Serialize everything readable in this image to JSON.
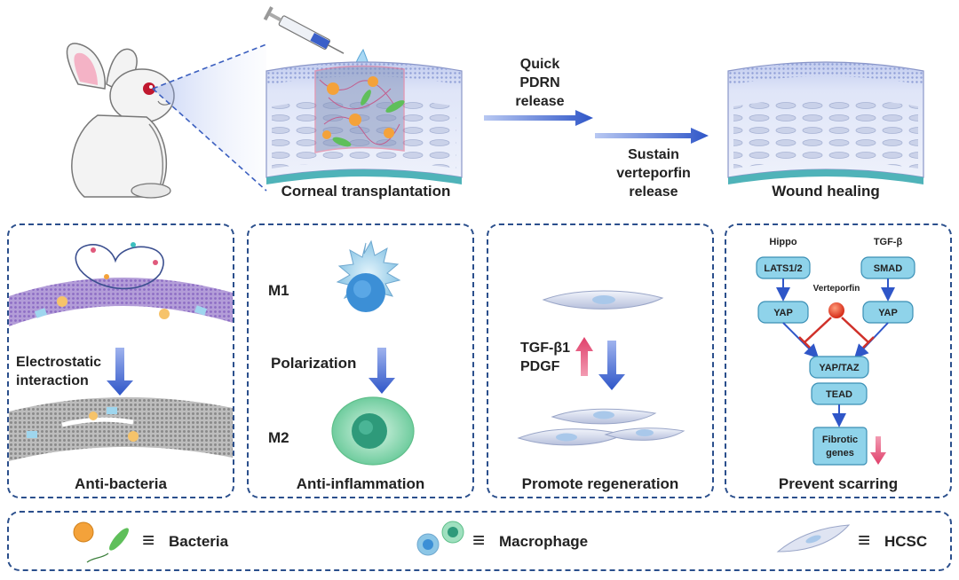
{
  "top": {
    "corneal_label": "Corneal transplantation",
    "wound_label": "Wound healing",
    "quick_release": [
      "Quick",
      "PDRN",
      "release"
    ],
    "sustain_release": [
      "Sustain",
      "verteporfin",
      "release"
    ]
  },
  "panels": {
    "anti_bacteria": {
      "caption": "Anti-bacteria",
      "mechanism": [
        "Electrostatic",
        "interaction"
      ]
    },
    "anti_inflammation": {
      "caption": "Anti-inflammation",
      "m1": "M1",
      "m2": "M2",
      "process": "Polarization"
    },
    "regeneration": {
      "caption": "Promote regeneration",
      "factors": [
        "TGF-β1",
        "PDGF"
      ]
    },
    "scarring": {
      "caption": "Prevent scarring",
      "hippo": "Hippo",
      "tgfb": "TGF-β",
      "lats": "LATS1/2",
      "smad": "SMAD",
      "yap": "YAP",
      "verteporfin": "Verteporfin",
      "yaptaz": "YAP/TAZ",
      "tead": "TEAD",
      "fibrotic": [
        "Fibrotic",
        "genes"
      ]
    }
  },
  "legend": {
    "bacteria": "Bacteria",
    "macrophage": "Macrophage",
    "hcsc": "HCSC",
    "equals_symbol": "≡"
  },
  "colors": {
    "panel_border": "#2b4f8c",
    "arrow_blue": "#2f56c8",
    "up_red": "#e0406b",
    "box_fill": "#8fd3ea",
    "box_stroke": "#3a8fb5"
  }
}
